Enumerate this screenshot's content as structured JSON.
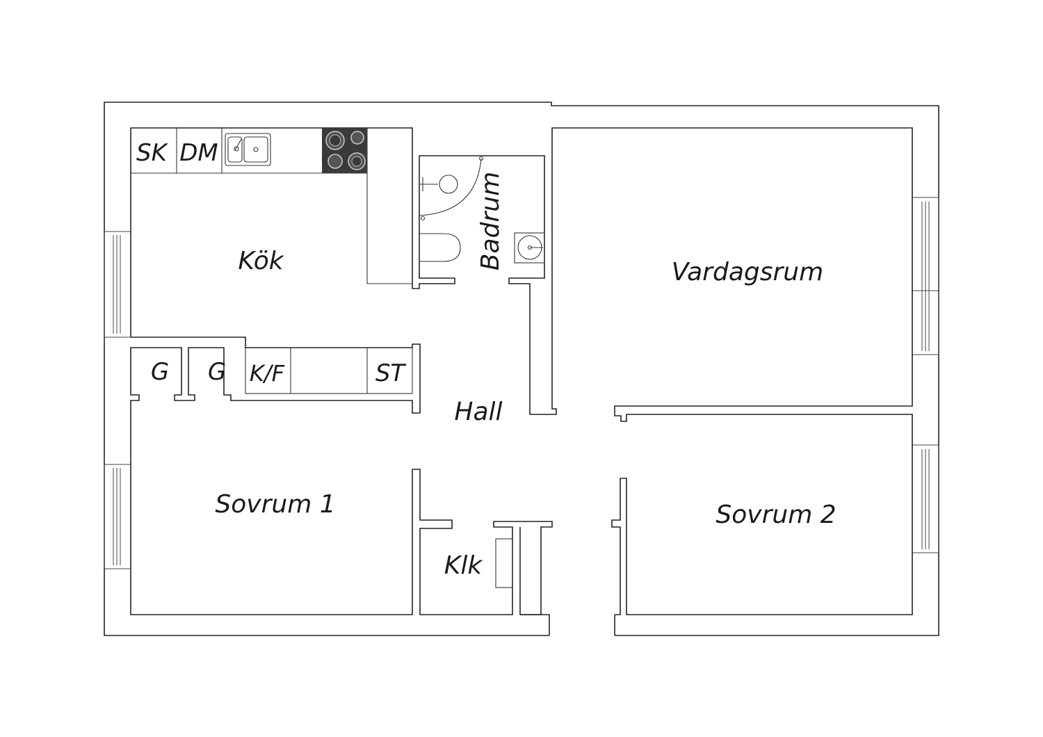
{
  "rooms": {
    "kok": "Kök",
    "badrum": "Badrum",
    "vardagsrum": "Vardagsrum",
    "hall": "Hall",
    "sovrum1": "Sovrum 1",
    "sovrum2": "Sovrum 2",
    "klk": "Klk"
  },
  "fixtures": {
    "sk": "SK",
    "dm": "DM",
    "g1": "G",
    "g2": "G",
    "kf": "K/F",
    "st": "ST"
  },
  "icons": [
    "sink-icon",
    "stove-icon",
    "shower-icon",
    "toilet-icon",
    "washbasin-icon"
  ],
  "colors": {
    "wall": "#222222",
    "stove": "#3a3a3a",
    "background": "#ffffff"
  }
}
